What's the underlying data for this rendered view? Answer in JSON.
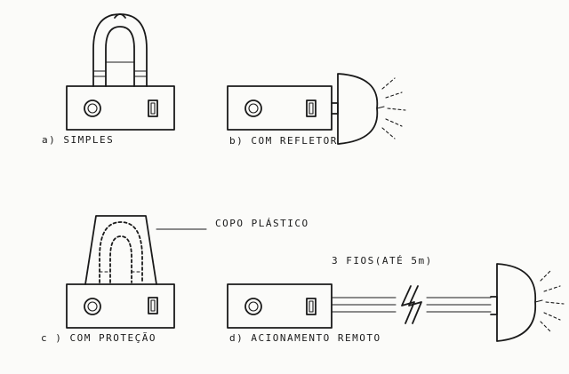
{
  "labels": {
    "a": "a)  SIMPLES",
    "b": "b) COM REFLETOR",
    "c": "c ) COM PROTEÇÃO",
    "d": "d) ACIONAMENTO  REMOTO",
    "copo": "COPO PLÁSTICO",
    "fios": "3 FIOS(ATÉ 5m)"
  }
}
